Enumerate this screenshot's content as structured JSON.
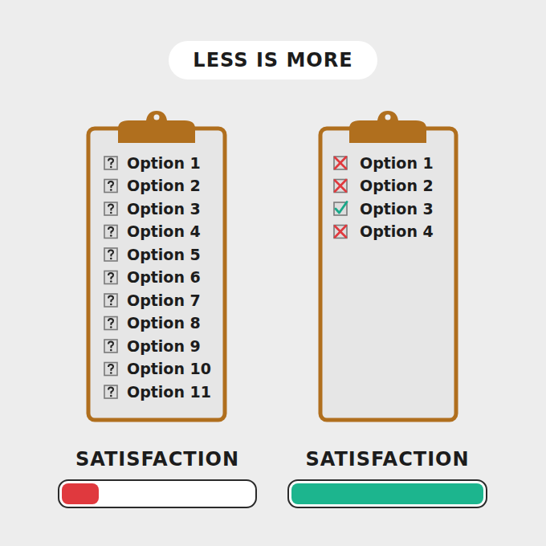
{
  "diagram": {
    "title": "LESS IS MORE",
    "nodes": [
      {
        "text": [
          "Option 1",
          "Option 2",
          "Option 3",
          "Option 4",
          "Option 5",
          "Option 6",
          "Option 7",
          "Option 8",
          "Option 9",
          "Option 10",
          "Option 11"
        ]
      },
      {
        "text": [
          "Option 1",
          "Option 2",
          "Option 3",
          "Option 4"
        ]
      },
      {
        "text": [
          "SATISFACTION"
        ]
      },
      {
        "text": [
          "SATISFACTION"
        ]
      }
    ]
  }
}
